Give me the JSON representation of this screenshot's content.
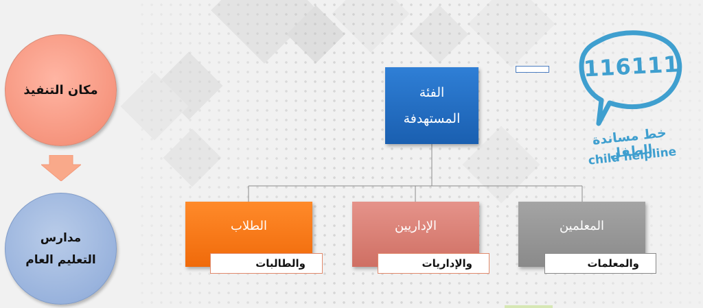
{
  "left_panel": {
    "place_label": "مكان التنفيذ",
    "schools_line1": "مدارس",
    "schools_line2": "التعليم العام"
  },
  "hierarchy": {
    "root_line1": "الفئة",
    "root_line2": "المستهدفة",
    "children": [
      {
        "label": "الطلاب",
        "sub_label": "والطالبات",
        "color": "#f57a1c"
      },
      {
        "label": "الإداريين",
        "sub_label": "والإداريات",
        "color": "#da8075"
      },
      {
        "label": "المعلمين",
        "sub_label": "والمعلمات",
        "color": "#9a9a9a"
      }
    ],
    "root_color": "#2470c8"
  },
  "logo": {
    "number": "116111",
    "arabic_text": "خط مساندة الطفل",
    "english_text": "child helpline",
    "color": "#3f9fcf"
  },
  "colors": {
    "place_circle": "#f6957e",
    "schools_circle": "#99b3dd",
    "arrow": "#f9a98a"
  }
}
